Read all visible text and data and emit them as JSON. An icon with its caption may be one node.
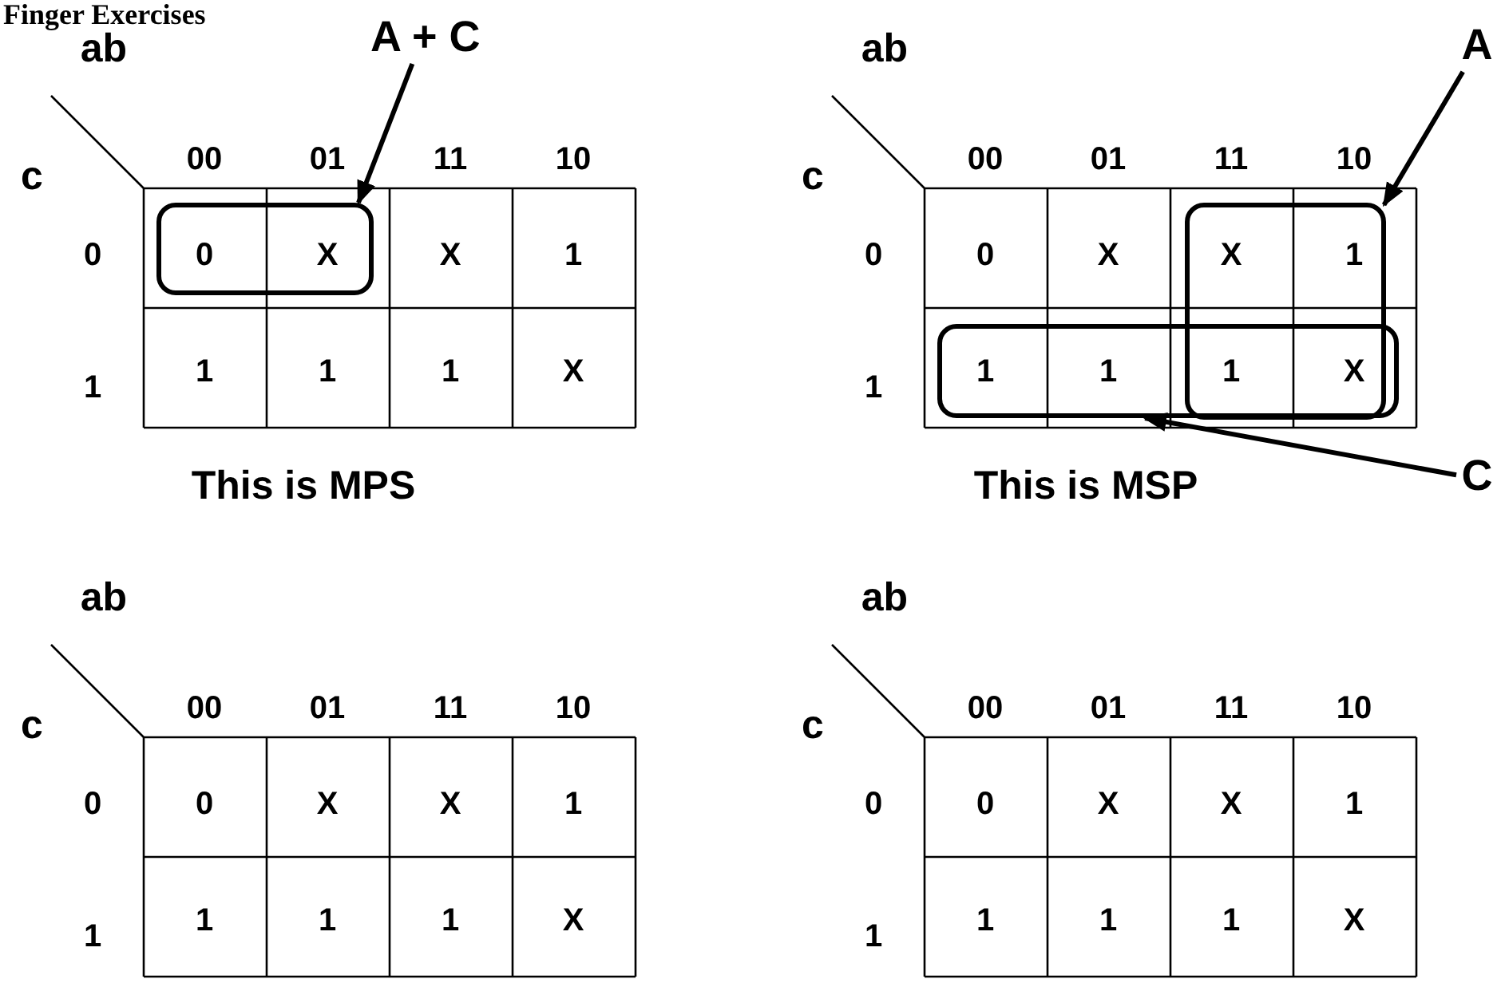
{
  "diagram": {
    "title": "Finger Exercises",
    "nodes": [
      {
        "text": [
          "A + C"
        ]
      },
      {
        "text": [],
        "shape": "box"
      },
      {
        "text": [
          "A"
        ]
      },
      {
        "text": [],
        "shape": "box"
      },
      {
        "text": [],
        "shape": "box"
      },
      {
        "text": [
          "C"
        ]
      }
    ],
    "edges": [
      {
        "from": 0,
        "to": 1,
        "arrow": "to"
      },
      {
        "from": 2,
        "to": 3,
        "arrow": "to"
      },
      {
        "from": 5,
        "to": 4,
        "arrow": "to"
      }
    ],
    "labels": [
      "ab",
      "c",
      "00",
      "01",
      "11",
      "10",
      "0",
      "1",
      "0",
      "X",
      "X",
      "1",
      "1",
      "1",
      "1",
      "X",
      "This is MPS",
      "ab",
      "c",
      "00",
      "01",
      "11",
      "10",
      "0",
      "1",
      "0",
      "X",
      "X",
      "1",
      "1",
      "1",
      "1",
      "X",
      "This is MSP",
      "ab",
      "c",
      "00",
      "01",
      "11",
      "10",
      "0",
      "1",
      "0",
      "X",
      "X",
      "1",
      "1",
      "1",
      "1",
      "X",
      "ab",
      "c",
      "00",
      "01",
      "11",
      "10",
      "0",
      "1",
      "0",
      "X",
      "X",
      "1",
      "1",
      "1",
      "1",
      "X"
    ]
  }
}
